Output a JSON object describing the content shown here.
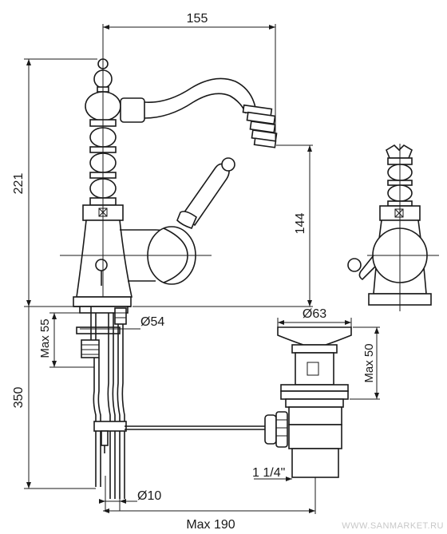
{
  "dimensions": {
    "spout_reach": "155",
    "total_height": "221",
    "spout_height": "144",
    "base_diameter": "Ø54",
    "max_deck_thickness": "Max 55",
    "rod_length": "350",
    "rod_diameter": "Ø10",
    "pop_up_max_distance": "Max 190",
    "waste_diameter": "Ø63",
    "waste_max_height": "Max 50",
    "waste_thread": "1 1/4\""
  },
  "watermark": "WWW.SANMARKET.RU"
}
